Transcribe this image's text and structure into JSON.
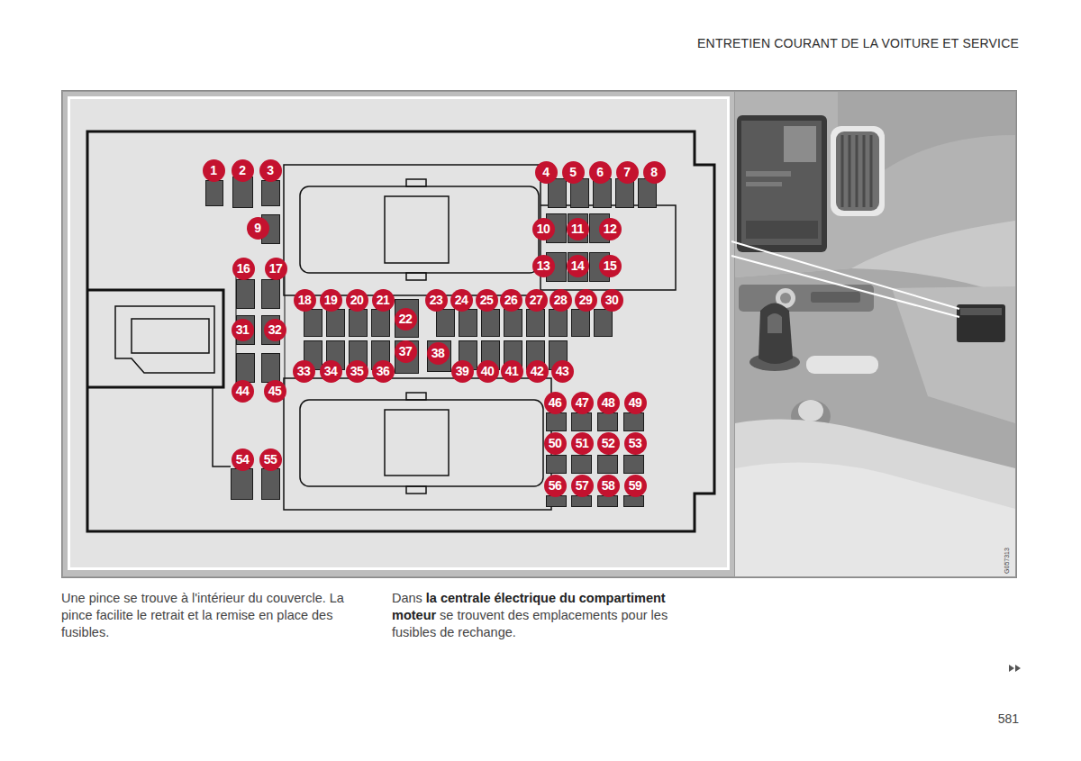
{
  "diagram": {
    "labels": [
      "ENTRETIEN COURANT DE LA VOITURE ET SERVICE",
      "1",
      "2",
      "3",
      "4",
      "5",
      "6",
      "7",
      "8",
      "9",
      "10",
      "11",
      "12",
      "13",
      "14",
      "15",
      "16",
      "17",
      "18",
      "19",
      "20",
      "21",
      "22",
      "23",
      "24",
      "25",
      "26",
      "27",
      "28",
      "29",
      "30",
      "31",
      "32",
      "33",
      "34",
      "35",
      "36",
      "37",
      "38",
      "39",
      "40",
      "41",
      "42",
      "43",
      "44",
      "45",
      "46",
      "47",
      "48",
      "49",
      "50",
      "51",
      "52",
      "53",
      "54",
      "55",
      "56",
      "57",
      "58",
      "59",
      "G057313",
      "Une pince se trouve à l'intérieur du couvercle. La pince facilite le retrait et la remise en place des fusibles.",
      "Dans",
      "la centrale électrique du compartiment moteur",
      "se trouvent des emplacements pour les fusibles de rechange.",
      "581"
    ]
  }
}
